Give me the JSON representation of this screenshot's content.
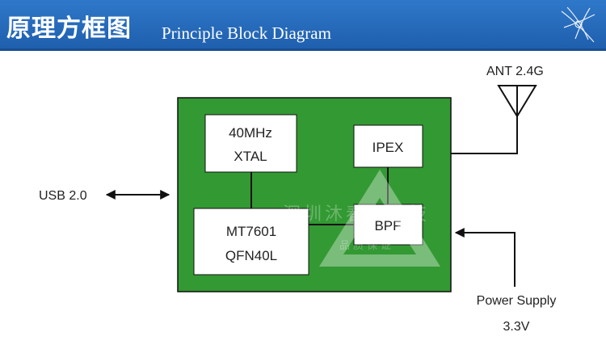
{
  "header": {
    "title_cn": "原理方框图",
    "title_en": "Principle Block Diagram",
    "logo_icon": "sparkle-logo-icon"
  },
  "diagram": {
    "board_color": "#339933",
    "blocks": {
      "xtal": {
        "line1": "40MHz",
        "line2": "XTAL"
      },
      "ipex": {
        "label": "IPEX"
      },
      "mcu": {
        "line1": "MT7601",
        "line2": "QFN40L"
      },
      "bpf": {
        "label": "BPF"
      }
    },
    "antenna": {
      "label": "ANT 2.4G"
    },
    "usb": {
      "label": "USB 2.0"
    },
    "power": {
      "line1": "Power Supply",
      "line2": "3.3V"
    },
    "watermark": {
      "line1": "深圳沐春市科技",
      "line2": "品质保证"
    }
  }
}
